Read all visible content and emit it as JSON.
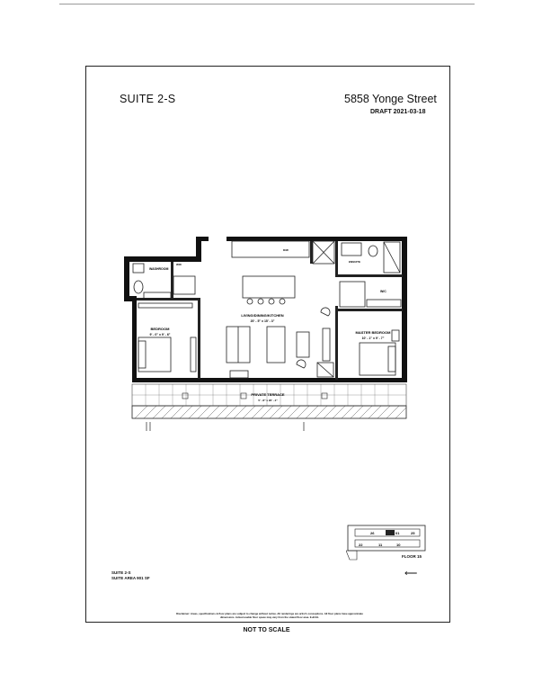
{
  "header": {
    "suite": "SUITE 2-S",
    "address": "5858 Yonge Street",
    "draft": "DRAFT 2021-03-18"
  },
  "rooms": {
    "washroom": "WASHROOM",
    "laundry": "W/D",
    "bedroom": "BEDROOM",
    "bedroom_dims": "9' - 0\" x 9' - 6\"",
    "living": "LIVING/DINING/KITCHEN",
    "living_dims": "20' - 5\" x 15' - 3\"",
    "ensuite": "ENSUITE",
    "wic": "W/C",
    "master": "MASTER BEDROOM",
    "master_dims": "10' - 1\" x 9' - 7\"",
    "terrace": "PRIVATE TERRACE",
    "terrace_dims": "5' - 8\" x 20' - 4\"",
    "dw": "D/W"
  },
  "keyplan": {
    "units_top": [
      "26",
      "01",
      "25"
    ],
    "units_bottom": [
      "22",
      "11",
      "10"
    ],
    "floor": "FLOOR 15"
  },
  "footer": {
    "suite": "SUITE 2-S",
    "area": "SUITE AREA 901 SF",
    "disclaimer": "Disclaimer: Areas, specifications & floor plans are subject to change without notice. All renderings are artist's conceptions. All floor plans have approximate dimensions. Actual usable floor space may vary from the stated floor area. E.&O.E.",
    "not_to_scale": "NOT TO SCALE"
  }
}
